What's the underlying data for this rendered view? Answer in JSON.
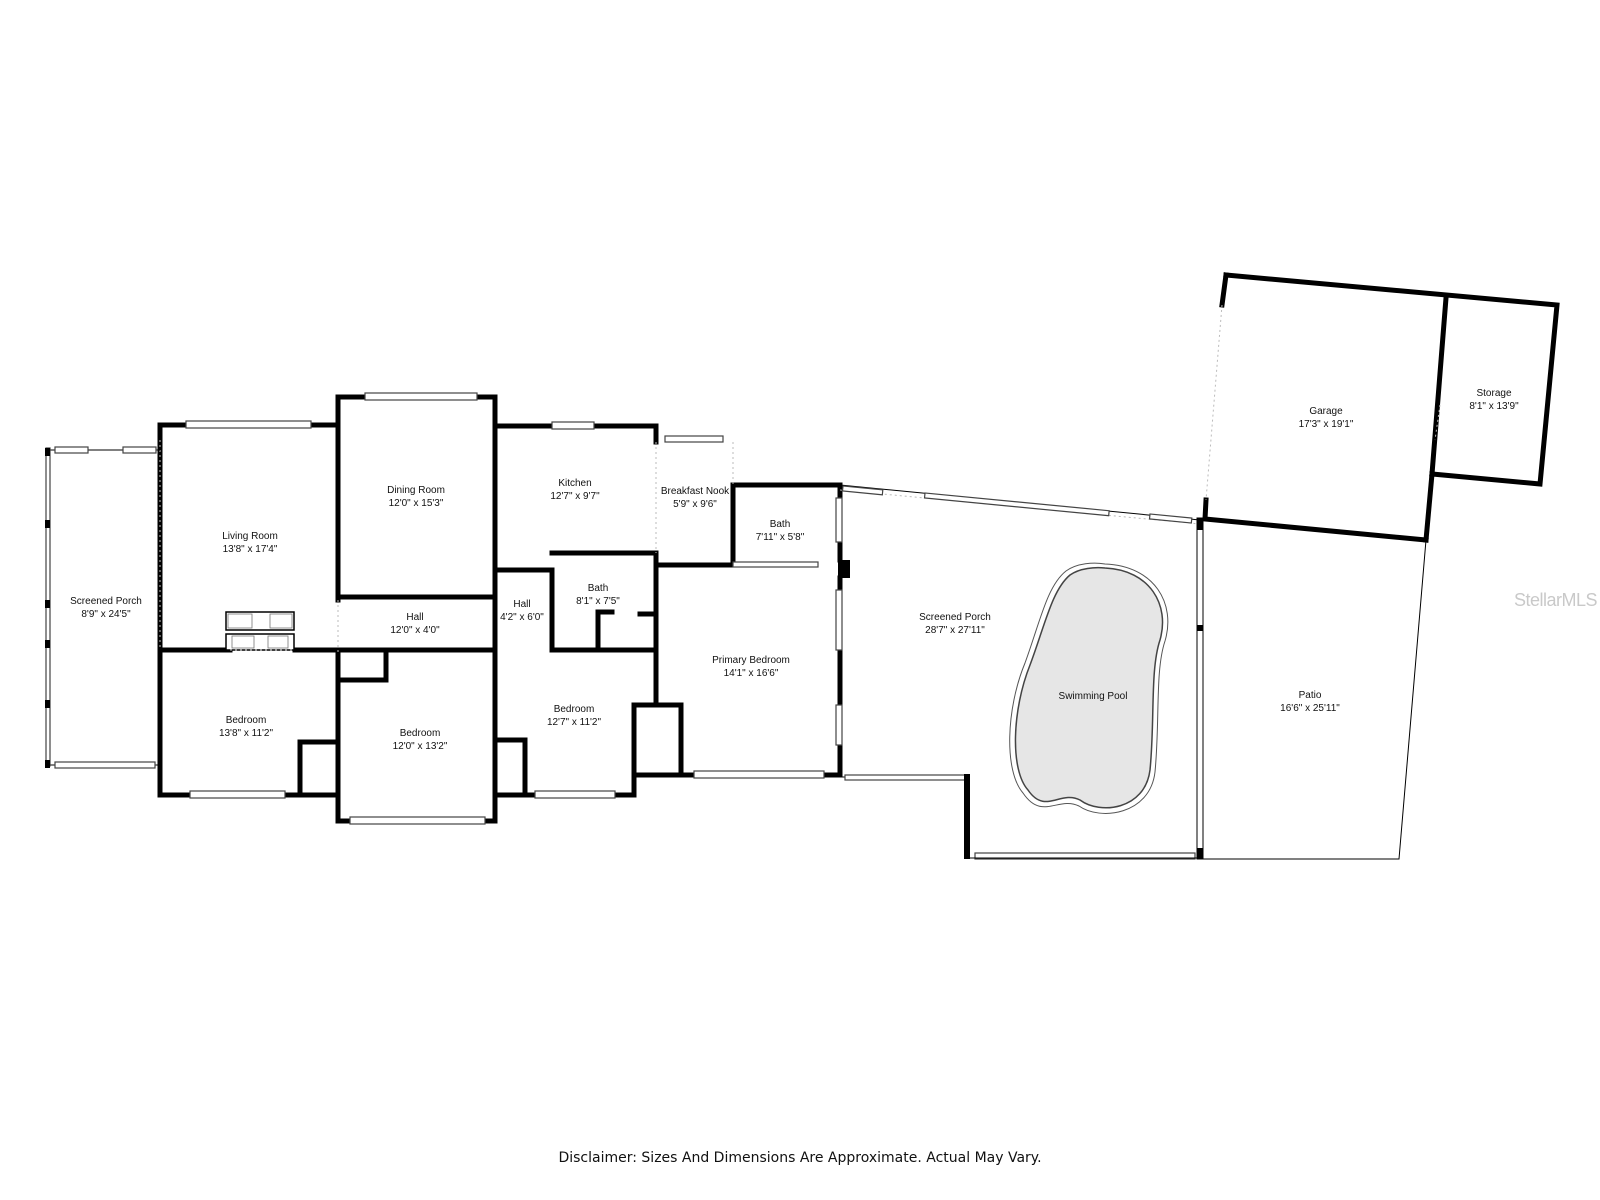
{
  "rooms": {
    "screened_porch_west": {
      "name": "Screened Porch",
      "dims": "8'9\" x 24'5\""
    },
    "living_room": {
      "name": "Living Room",
      "dims": "13'8\" x 17'4\""
    },
    "dining_room": {
      "name": "Dining Room",
      "dims": "12'0\" x 15'3\""
    },
    "kitchen": {
      "name": "Kitchen",
      "dims": "12'7\" x 9'7\""
    },
    "breakfast_nook": {
      "name": "Breakfast Nook",
      "dims": "5'9\" x 9'6\""
    },
    "bath_primary": {
      "name": "Bath",
      "dims": "7'11\" x 5'8\""
    },
    "hall_main": {
      "name": "Hall",
      "dims": "12'0\" x 4'0\""
    },
    "hall_small": {
      "name": "Hall",
      "dims": "4'2\" x 6'0\""
    },
    "bath_hall": {
      "name": "Bath",
      "dims": "8'1\" x 7'5\""
    },
    "bedroom_west": {
      "name": "Bedroom",
      "dims": "13'8\" x 11'2\""
    },
    "bedroom_center": {
      "name": "Bedroom",
      "dims": "12'0\" x 13'2\""
    },
    "bedroom_east": {
      "name": "Bedroom",
      "dims": "12'7\" x 11'2\""
    },
    "primary_bedroom": {
      "name": "Primary Bedroom",
      "dims": "14'1\" x 16'6\""
    },
    "screened_porch_east": {
      "name": "Screened Porch",
      "dims": "28'7\" x 27'11\""
    },
    "swimming_pool": {
      "name": "Swimming Pool"
    },
    "garage": {
      "name": "Garage",
      "dims": "17'3\" x 19'1\""
    },
    "storage": {
      "name": "Storage",
      "dims": "8'1\" x 13'9\""
    },
    "patio": {
      "name": "Patio",
      "dims": "16'6\" x 25'11\""
    }
  },
  "disclaimer": "Disclaimer: Sizes And Dimensions Are Approximate. Actual May Vary.",
  "watermark": "StellarMLS",
  "colors": {
    "wall": "#000000",
    "pool_fill": "#e6e6e6",
    "watermark": "#c9c9c9"
  }
}
